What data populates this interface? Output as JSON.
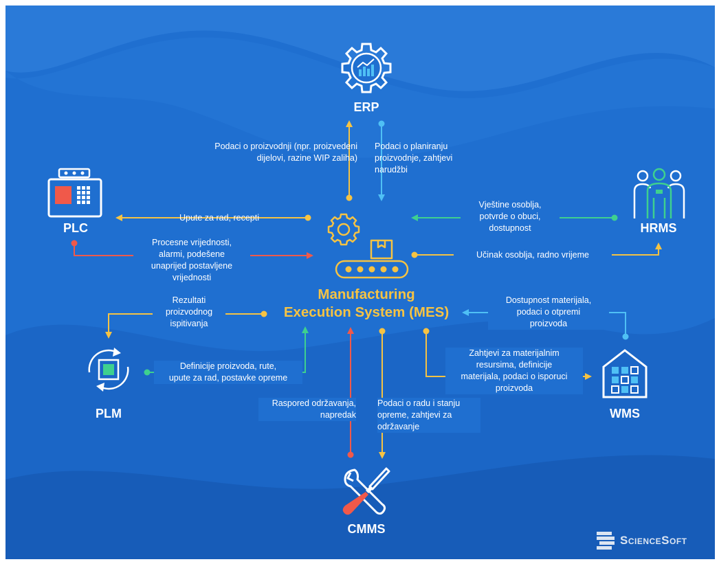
{
  "title": "Manufacturing\nExecution System (MES)",
  "systems": {
    "erp": "ERP",
    "plc": "PLC",
    "hrms": "HRMS",
    "plm": "PLM",
    "wms": "WMS",
    "cmms": "CMMS"
  },
  "flows": {
    "erp_out": "Podaci o proizvodnji (npr. proizvedeni\ndijelovi, razine WIP zaliha)",
    "erp_in": "Podaci o planiranju\nproizvodnje, zahtjevi\nnarudžbi",
    "plc_out": "Upute za rad, recepti",
    "plc_in": "Procesne vrijednosti,\nalarmi, podešene\nunaprijed postavljene\nvrijednosti",
    "hrms_in": "Vještine osoblja,\npotvrde o obuci,\ndostupnost",
    "hrms_out": "Učinak osoblja, radno vrijeme",
    "plm_out": "Rezultati\nproizvodnog\nispitivanja",
    "plm_in": "Definicije proizvoda, rute,\nupute za rad, postavke opreme",
    "wms_in": "Dostupnost materijala,\npodaci o otpremi\nproizvoda",
    "wms_out": "Zahtjevi za materijalnim\nresursima, definicije\nmaterijala, podaci o isporuci\nproizvoda",
    "cmms_in": "Raspored održavanja,\nnapredak",
    "cmms_out": "Podaci o radu i stanju\nopreme, zahtjevi za\nodržavanje"
  },
  "brand": "ScienceSoft",
  "colors": {
    "background": "#1f6fd0",
    "yellow": "#f6c343",
    "red": "#f0594a",
    "green": "#3ed08f",
    "blue": "#4fc0f5",
    "white": "#ffffff"
  }
}
